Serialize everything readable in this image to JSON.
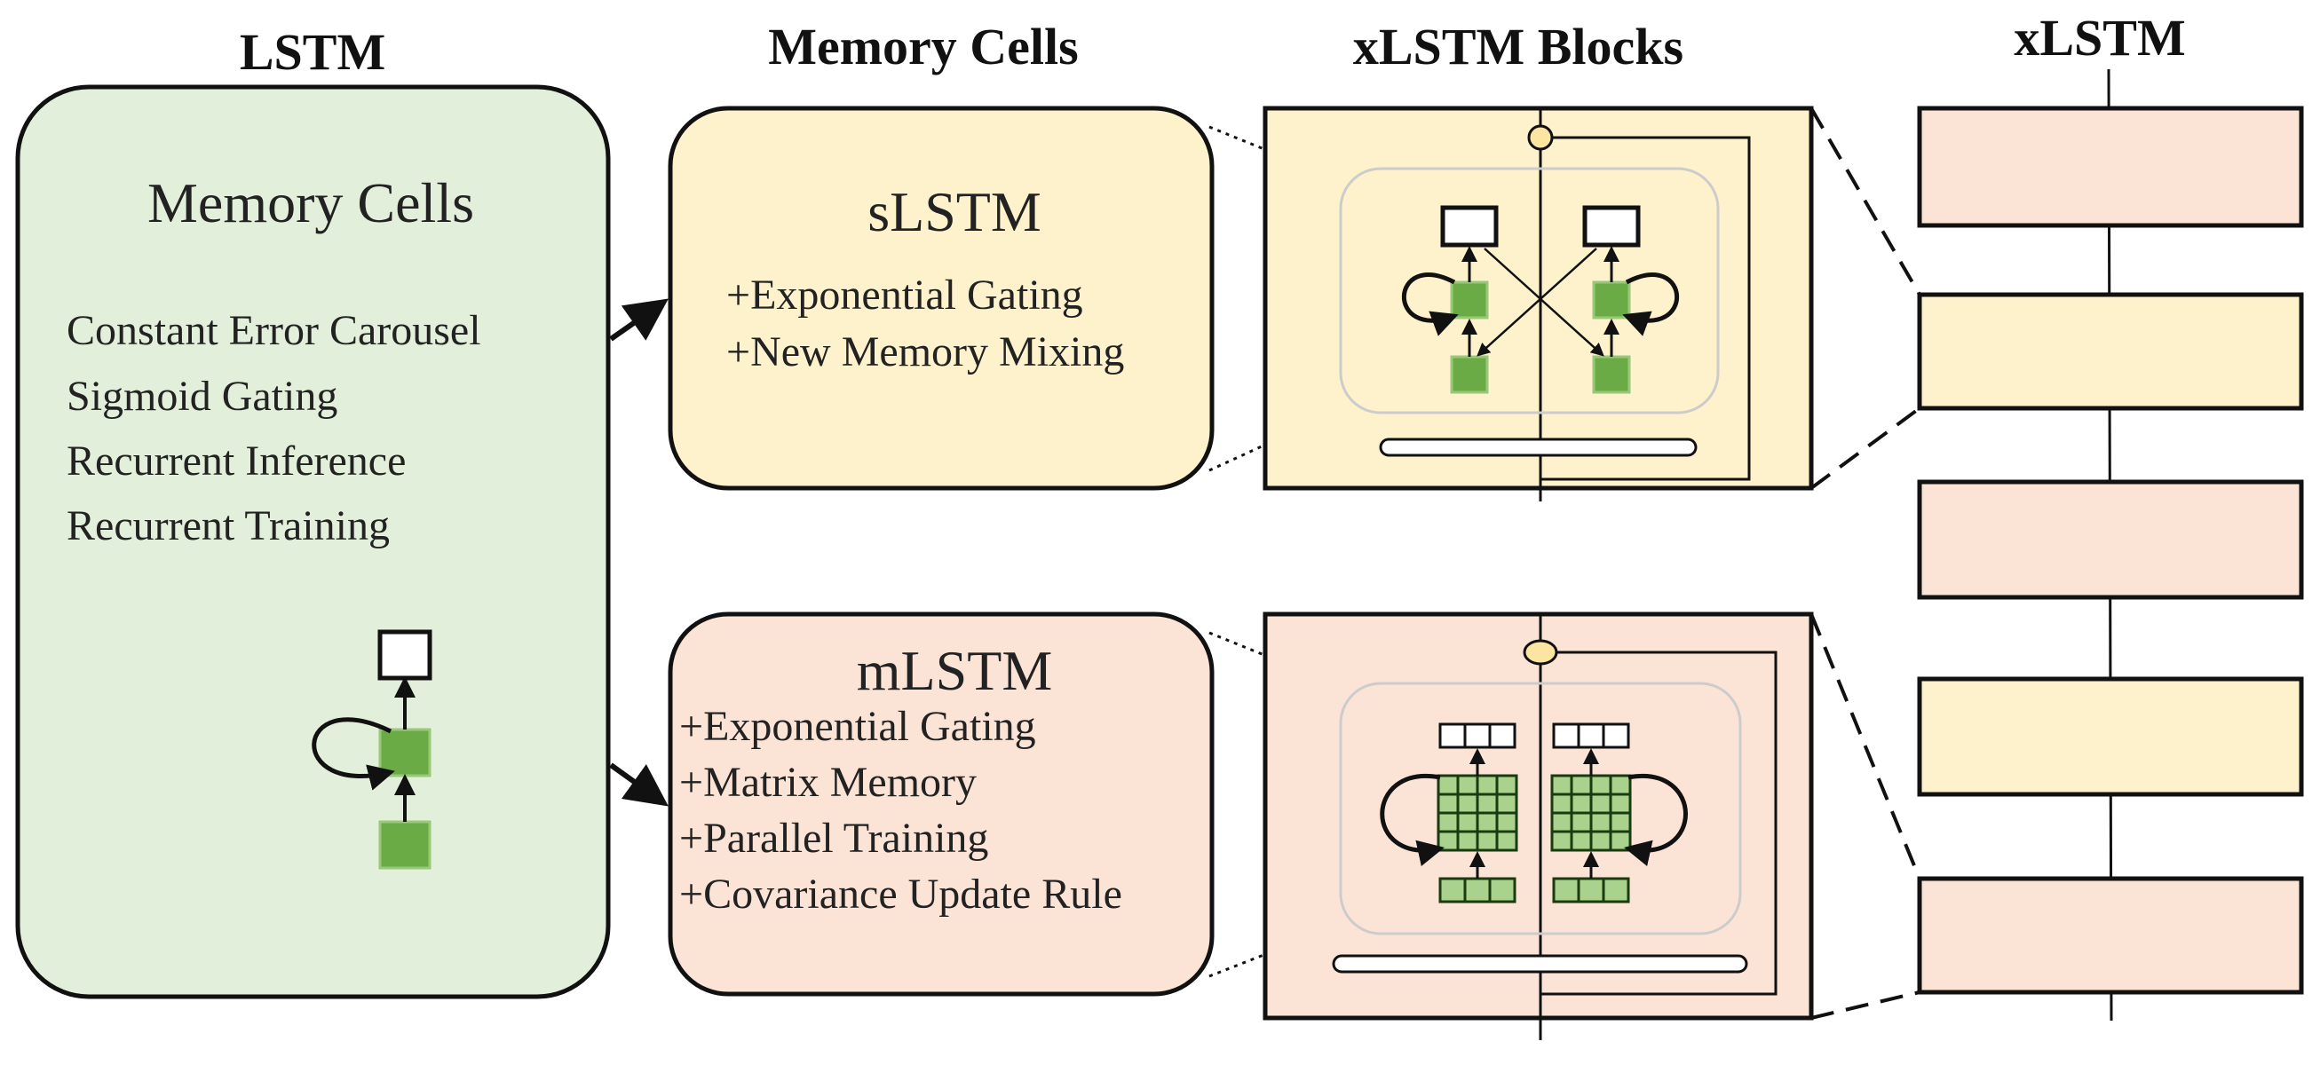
{
  "headers": {
    "lstm": "LSTM",
    "memory_cells": "Memory Cells",
    "xlstm_blocks": "xLSTM Blocks",
    "xlstm": "xLSTM"
  },
  "lstm_panel": {
    "title": "Memory Cells",
    "items": [
      "Constant Error Carousel",
      "Sigmoid Gating",
      "Recurrent Inference",
      "Recurrent Training"
    ]
  },
  "slstm_panel": {
    "title": "sLSTM",
    "items": [
      "+Exponential Gating",
      "+New Memory Mixing"
    ]
  },
  "mlstm_panel": {
    "title": "mLSTM",
    "items": [
      "+Exponential Gating",
      "+Matrix Memory",
      "+Parallel Training",
      "+Covariance Update Rule"
    ]
  },
  "colors": {
    "lstm_bg": "#e2efda",
    "slstm_bg": "#fef2cc",
    "mlstm_bg": "#fbe4d6",
    "green": "#6aab46",
    "light_green": "#a9d38c",
    "gate_dot": "#fce5a0"
  },
  "stack_blocks": [
    "mLSTM",
    "sLSTM",
    "mLSTM",
    "sLSTM",
    "mLSTM"
  ]
}
